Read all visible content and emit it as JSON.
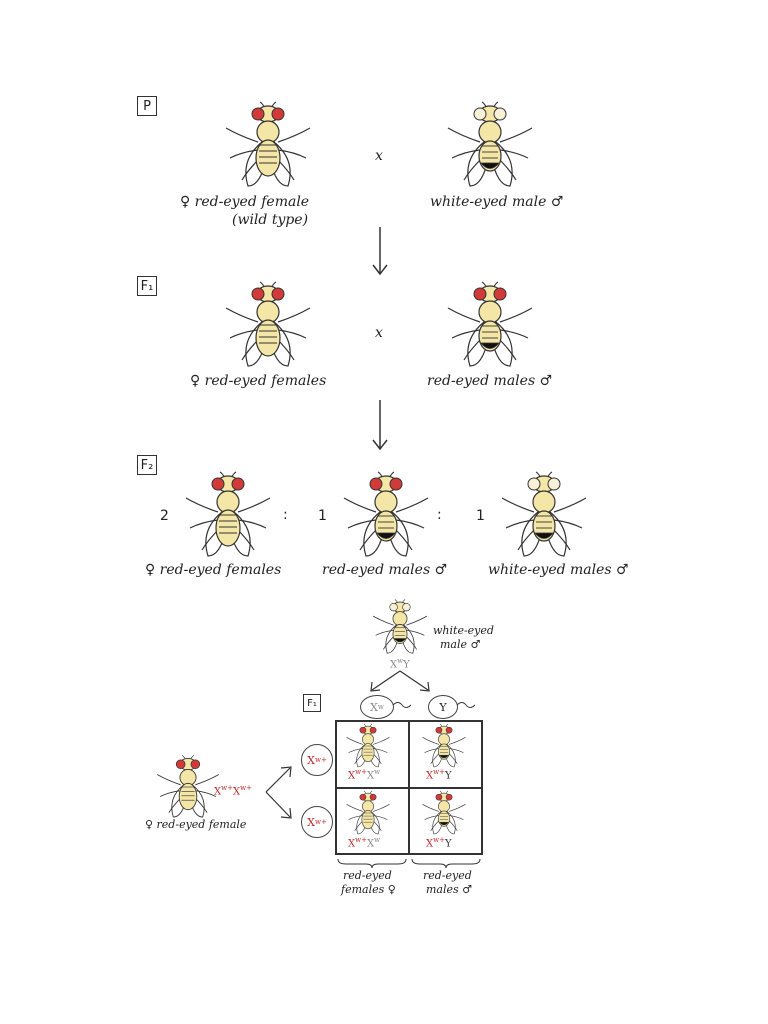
{
  "generations": {
    "p": "P",
    "f1": "F₁",
    "f2": "F₂",
    "f1_punnett": "F₁"
  },
  "p_row": {
    "female_label": "♀ red-eyed female",
    "female_sub": "(wild type)",
    "cross": "x",
    "male_label": "white-eyed male ♂"
  },
  "f1_row": {
    "female_label": "♀ red-eyed females",
    "cross": "x",
    "male_label": "red-eyed males ♂"
  },
  "f2_row": {
    "ratio_1": "2",
    "sep_1": ":",
    "ratio_2": "1",
    "sep_2": ":",
    "ratio_3": "1",
    "label_1": "♀ red-eyed females",
    "label_2": "red-eyed males ♂",
    "label_3": "white-eyed males ♂"
  },
  "punnett": {
    "male_parent_label_1": "white-eyed",
    "male_parent_label_2": "male ♂",
    "male_genotype_base": "X",
    "male_genotype_sup": "w",
    "male_genotype_y": "Y",
    "gamete_x_base": "X",
    "gamete_x_sup": "w",
    "gamete_y": "Y",
    "female_gamete_base": "X",
    "female_gamete_sup": "w+",
    "female_gamete2_base": "X",
    "female_gamete2_sup": "w+",
    "female_genotype_base": "X",
    "female_genotype_sup": "w+",
    "female_label": "♀ red-eyed female",
    "cell_tl_base_1": "X",
    "cell_tl_sup_1": "w+",
    "cell_tl_base_2": "X",
    "cell_tl_sup_2": "w",
    "cell_tr_base": "X",
    "cell_tr_sup": "w+",
    "cell_tr_y": "Y",
    "cell_bl_base_1": "X",
    "cell_bl_sup_1": "w+",
    "cell_bl_base_2": "X",
    "cell_bl_sup_2": "w",
    "cell_br_base": "X",
    "cell_br_sup": "w+",
    "cell_br_y": "Y",
    "bottom_label_left_1": "red-eyed",
    "bottom_label_left_2": "females ♀",
    "bottom_label_right_1": "red-eyed",
    "bottom_label_right_2": "males ♂"
  },
  "colors": {
    "body": "#f4e6a6",
    "red_eye": "#d23a3a",
    "white_eye": "#f7f1d8",
    "ink": "#333333",
    "allele_red": "#c02a2a"
  }
}
